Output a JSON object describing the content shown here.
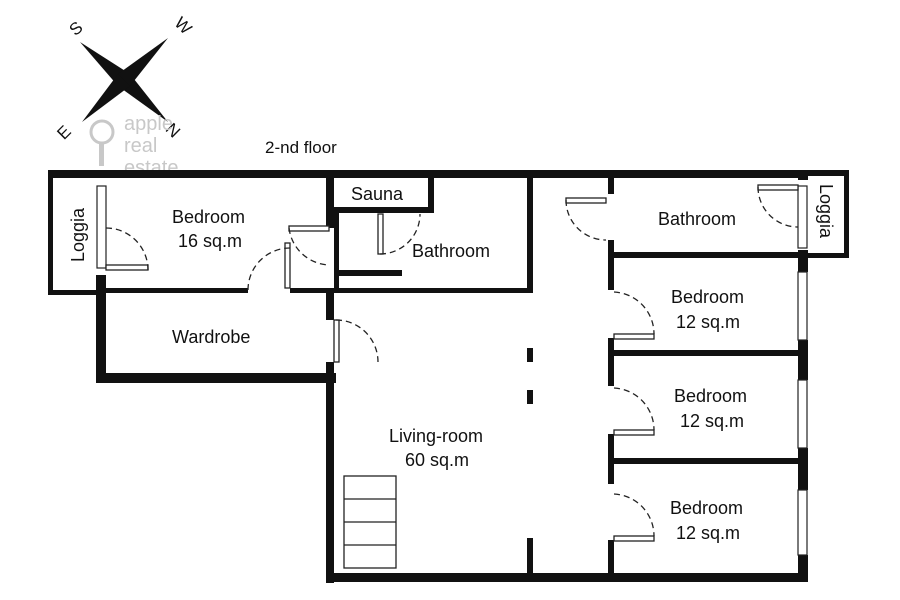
{
  "floor_title": "2-nd floor",
  "compass": {
    "north": "N",
    "south": "S",
    "east": "E",
    "west": "W"
  },
  "watermark": {
    "line1": "apple",
    "line2": "real",
    "line3": "estate"
  },
  "rooms": {
    "loggia_left": "Loggia",
    "bedroom_main": {
      "name": "Bedroom",
      "area": "16 sq.m"
    },
    "sauna": "Sauna",
    "bathroom_center": "Bathroom",
    "wardrobe": "Wardrobe",
    "living_room": {
      "name": "Living-room",
      "area": "60 sq.m"
    },
    "bathroom_right": "Bathroom",
    "loggia_right": "Loggia",
    "bedroom_2": {
      "name": "Bedroom",
      "area": "12 sq.m"
    },
    "bedroom_3": {
      "name": "Bedroom",
      "area": "12 sq.m"
    },
    "bedroom_4": {
      "name": "Bedroom",
      "area": "12 sq.m"
    }
  },
  "colors": {
    "wall": "#111111",
    "watermark": "#c8c8c8"
  }
}
